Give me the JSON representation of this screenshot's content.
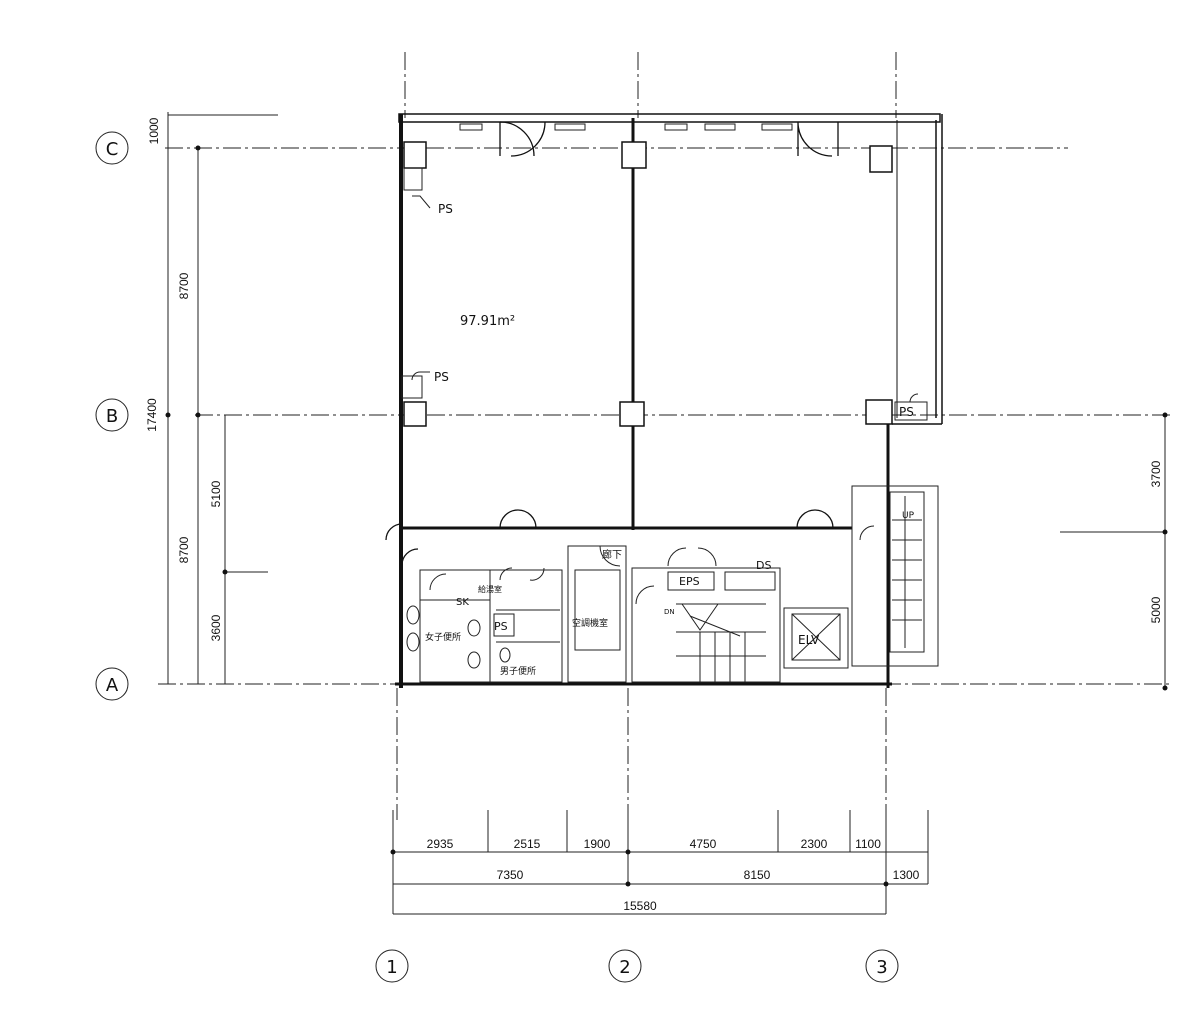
{
  "grid": {
    "rows": [
      "C",
      "B",
      "A"
    ],
    "columns": [
      "1",
      "2",
      "3"
    ]
  },
  "area_label": "97.91m²",
  "room_labels": {
    "ps1": "PS",
    "ps2": "PS",
    "ps3": "PS",
    "ps4": "PS",
    "sk": "SK",
    "kyutoushitsu": "給湯室",
    "womens_wc": "女子便所",
    "mens_wc": "男子便所",
    "kucho": "空調機室",
    "corridor": "廊下",
    "eps": "EPS",
    "ds": "DS",
    "elv": "ELV",
    "up": "UP",
    "dn": "DN"
  },
  "dimensions": {
    "left": {
      "top": "1000",
      "upper": "8700",
      "total": "17400",
      "lower": "8700",
      "seg_a": "5100",
      "seg_b": "3600"
    },
    "right": {
      "upper": "3700",
      "lower": "5000"
    },
    "bottom": {
      "row1": [
        "2935",
        "2515",
        "1900",
        "4750",
        "2300",
        "1100"
      ],
      "row2": [
        "7350",
        "8150",
        "1300"
      ],
      "row3": "15580"
    }
  }
}
